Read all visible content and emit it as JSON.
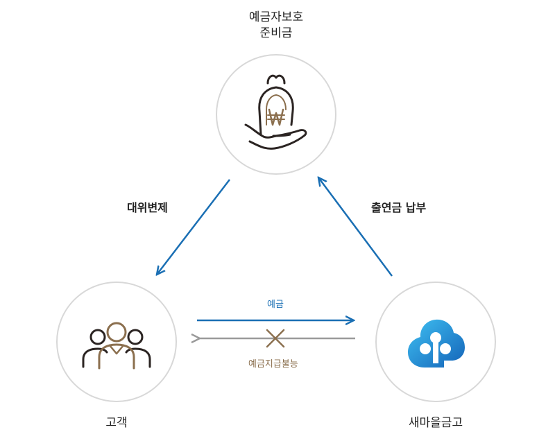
{
  "nodes": {
    "fund": {
      "line1": "예금자보호",
      "line2": "준비금"
    },
    "customer": {
      "label": "고객"
    },
    "bank": {
      "label": "새마을금고"
    }
  },
  "edges": {
    "subrogation": "대위변제",
    "contribution": "출연금 납부",
    "deposit": "예금",
    "default": "예금지급불능"
  },
  "colors": {
    "blue": "#1a6fb4",
    "gray": "#9a9a9a",
    "brown": "#8b6f4e",
    "dark": "#2b2422",
    "circle_border": "#d8d8d8",
    "logo_light": "#35b3ec",
    "logo_dark": "#1577c7"
  },
  "icons": [
    "hand-holding-won-bag-icon",
    "people-group-icon",
    "mg-cloud-logo-icon"
  ]
}
